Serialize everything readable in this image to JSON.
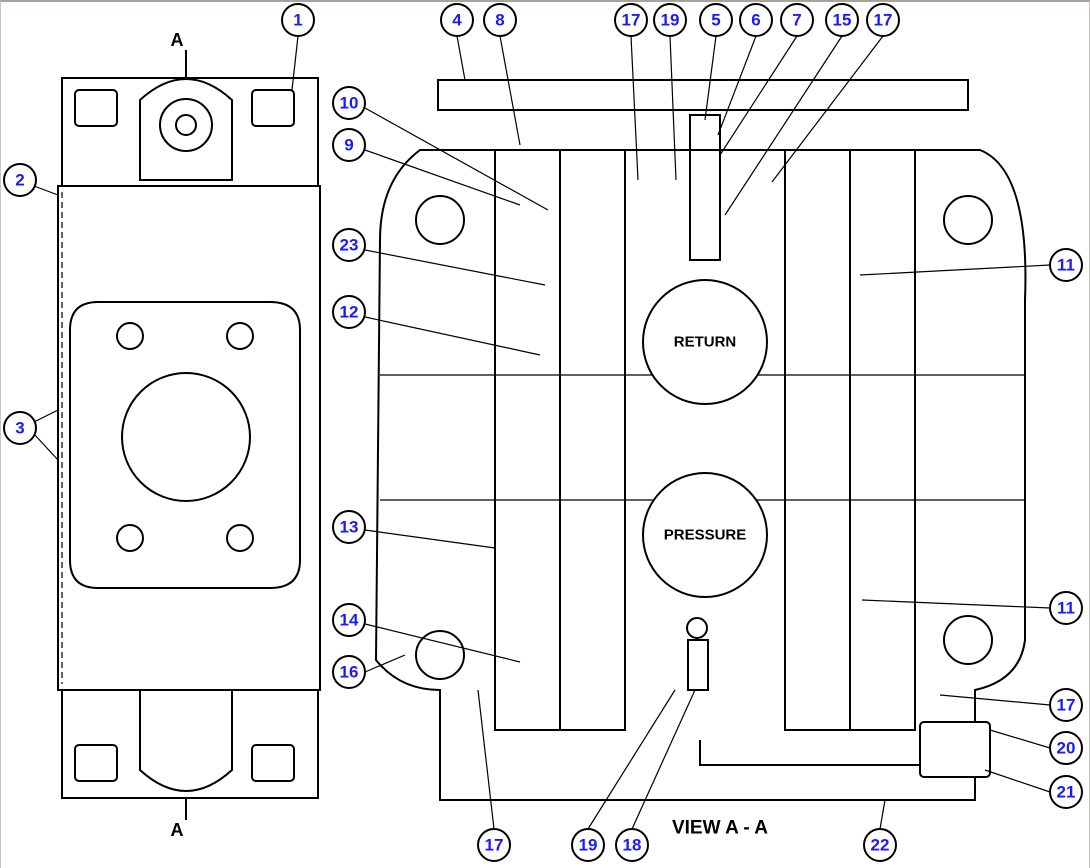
{
  "title": "VIEW A - A",
  "section_marker": "A",
  "port_labels": {
    "return": "RETURN",
    "pressure": "PRESSURE"
  },
  "callouts": [
    "1",
    "2",
    "3",
    "4",
    "8",
    "17",
    "19",
    "5",
    "6",
    "7",
    "15",
    "17",
    "10",
    "9",
    "23",
    "12",
    "11",
    "13",
    "14",
    "16",
    "11",
    "17",
    "20",
    "21",
    "22",
    "17",
    "19",
    "18"
  ],
  "colors": {
    "callout_text": "#1a1aff",
    "line": "#000000"
  }
}
